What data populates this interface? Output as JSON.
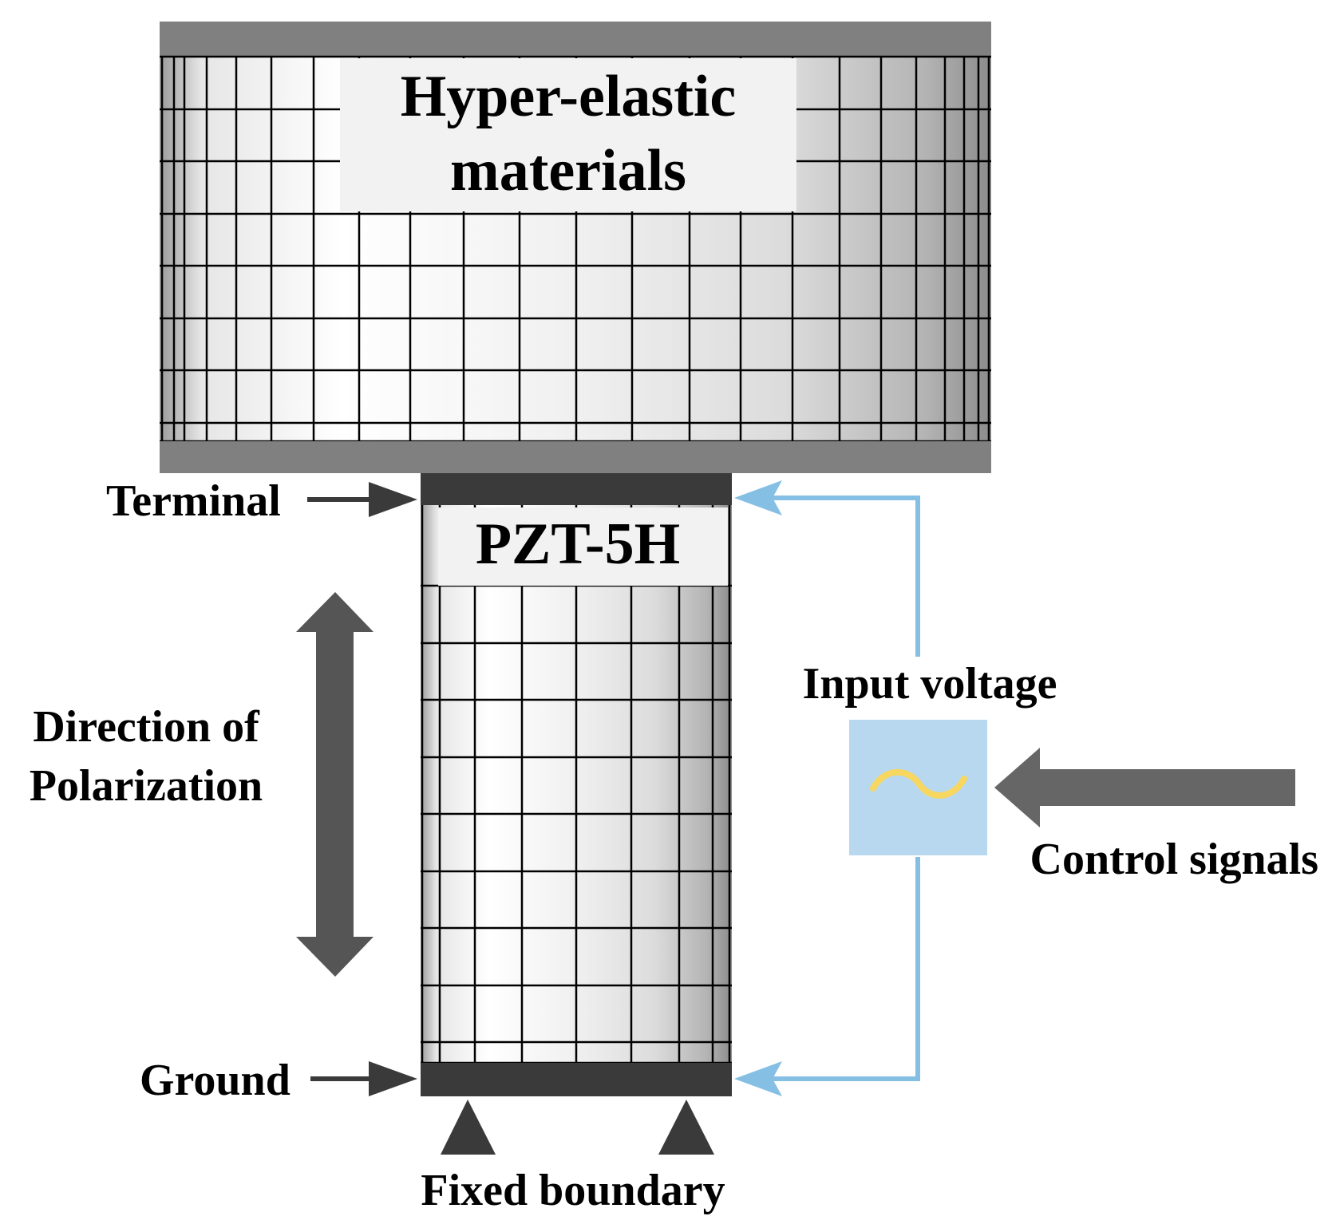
{
  "labels": {
    "hyper_elastic_line1": "Hyper-elastic",
    "hyper_elastic_line2": "materials",
    "pzt": "PZT-5H",
    "terminal": "Terminal",
    "ground": "Ground",
    "direction_line1": "Direction of",
    "direction_line2": "Polarization",
    "input_voltage": "Input voltage",
    "control_signals": "Control signals",
    "fixed_boundary": "Fixed boundary"
  },
  "icons": {
    "source": "sine-wave-icon"
  },
  "colors": {
    "plate": "#808080",
    "electrode": "#3a3a3a",
    "mesh_line": "#000000",
    "wire": "#85bfe4",
    "source_box": "#b7d8ef",
    "sine_wave": "#f7d760",
    "arrow_dark": "#555555",
    "label_box": "#f2f2f2"
  }
}
